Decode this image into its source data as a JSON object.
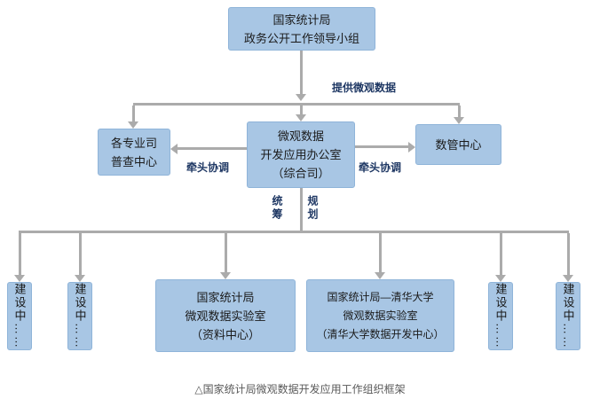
{
  "caption": "△国家统计局微观数据开发应用工作组织框架",
  "colors": {
    "box_fill": "#a8c6e4",
    "box_border": "#8fb4d9",
    "arrow": "#ababab",
    "edge_label": "#1f3864"
  },
  "nodes": {
    "leading_group": {
      "line1": "国家统计局",
      "line2": "政务公开工作领导小组"
    },
    "professional_depts": {
      "line1": "各专业司",
      "line2": "普查中心"
    },
    "micro_data_office": {
      "line1": "微观数据",
      "line2": "开发应用办公室",
      "line3": "（综合司）"
    },
    "data_mgmt_center": {
      "line1": "数管中心"
    },
    "nbs_lab": {
      "line1": "国家统计局",
      "line2": "微观数据实验室",
      "line3": "（资料中心）"
    },
    "tsinghua_lab": {
      "line1": "国家统计局—清华大学",
      "line2": "微观数据实验室",
      "line3": "（清华大学数据开发中心）"
    },
    "under_construction_1": {
      "text": "建设中……"
    },
    "under_construction_2": {
      "text": "建设中……"
    },
    "under_construction_3": {
      "text": "建设中……"
    },
    "under_construction_4": {
      "text": "建设中……"
    }
  },
  "edge_labels": {
    "provide_micro_data": "提供微观数据",
    "lead_coordination_left": "牵头协调",
    "lead_coordination_right": "牵头协调",
    "overall_coordination": "统筹",
    "planning": "规划"
  }
}
